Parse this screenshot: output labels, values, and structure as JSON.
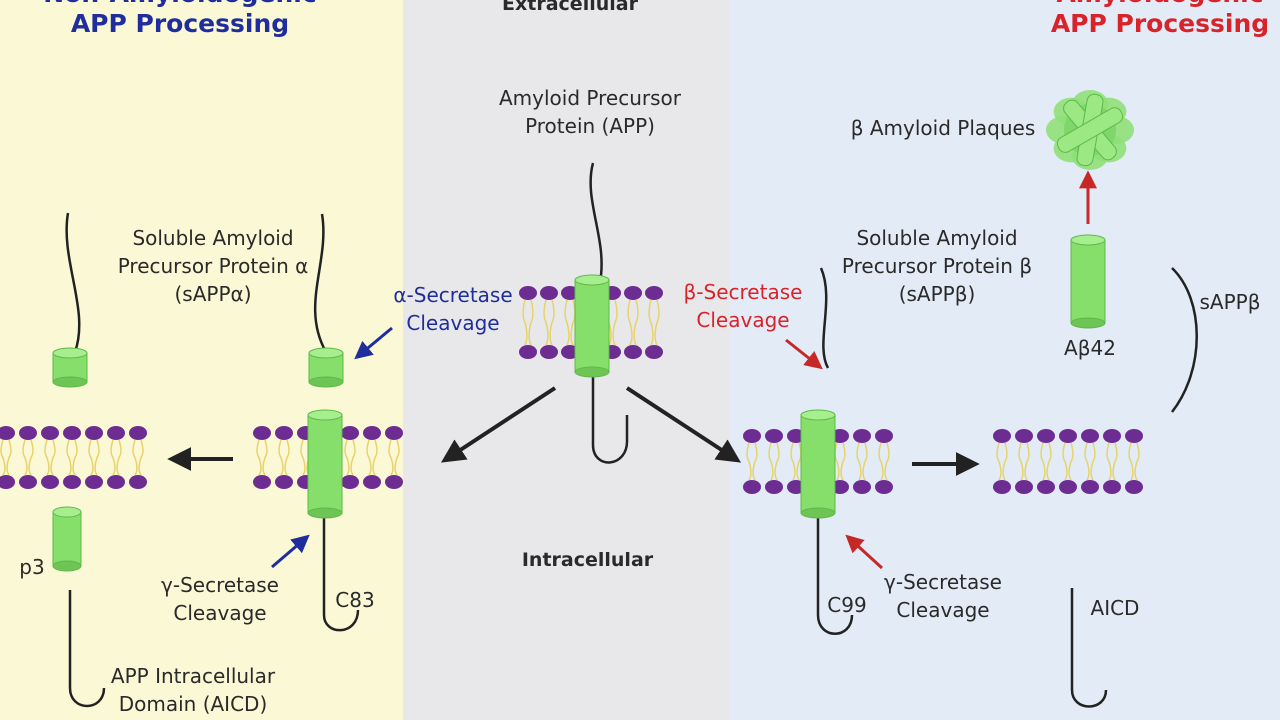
{
  "colors": {
    "left_panel": "#fbf8d6",
    "center_panel": "#e8e8ea",
    "right_panel": "#e3ebf7",
    "blue_text": "#1f2e9c",
    "red_text": "#d8232a",
    "lipid_head": "#6d2c91",
    "lipid_tail": "#e7d36b",
    "protein": "#85df6a",
    "dark": "#222222"
  },
  "header": {
    "left_line1": "Non-Amyloidogenic",
    "left_line2": "APP Processing",
    "center": "Extracellular",
    "right_line1": "Amyloidogenic",
    "right_line2": "APP Processing"
  },
  "labels": {
    "app": "Amyloid Precursor\nProtein (APP)",
    "sappa": "Soluble Amyloid\nPrecursor Protein α\n(sAPPα)",
    "alpha_secretase": "α-Secretase\nCleavage",
    "beta_secretase": "β-Secretase\nCleavage",
    "sappb_full": "Soluble Amyloid\nPrecursor Protein β\n(sAPPβ)",
    "plaques": "β Amyloid Plaques",
    "sappb_short": "sAPPβ",
    "abeta42": "Aβ42",
    "intracellular": "Intracellular",
    "p3": "p3",
    "gamma_left": "γ-Secretase\nCleavage",
    "c83": "C83",
    "aicd_left": "APP Intracellular\nDomain (AICD)",
    "c99": "C99",
    "gamma_right": "γ-Secretase\nCleavage",
    "aicd_right": "AICD"
  },
  "icons": [
    "membrane-bilayer",
    "protein-cylinder",
    "amyloid-plaque",
    "arrow"
  ]
}
